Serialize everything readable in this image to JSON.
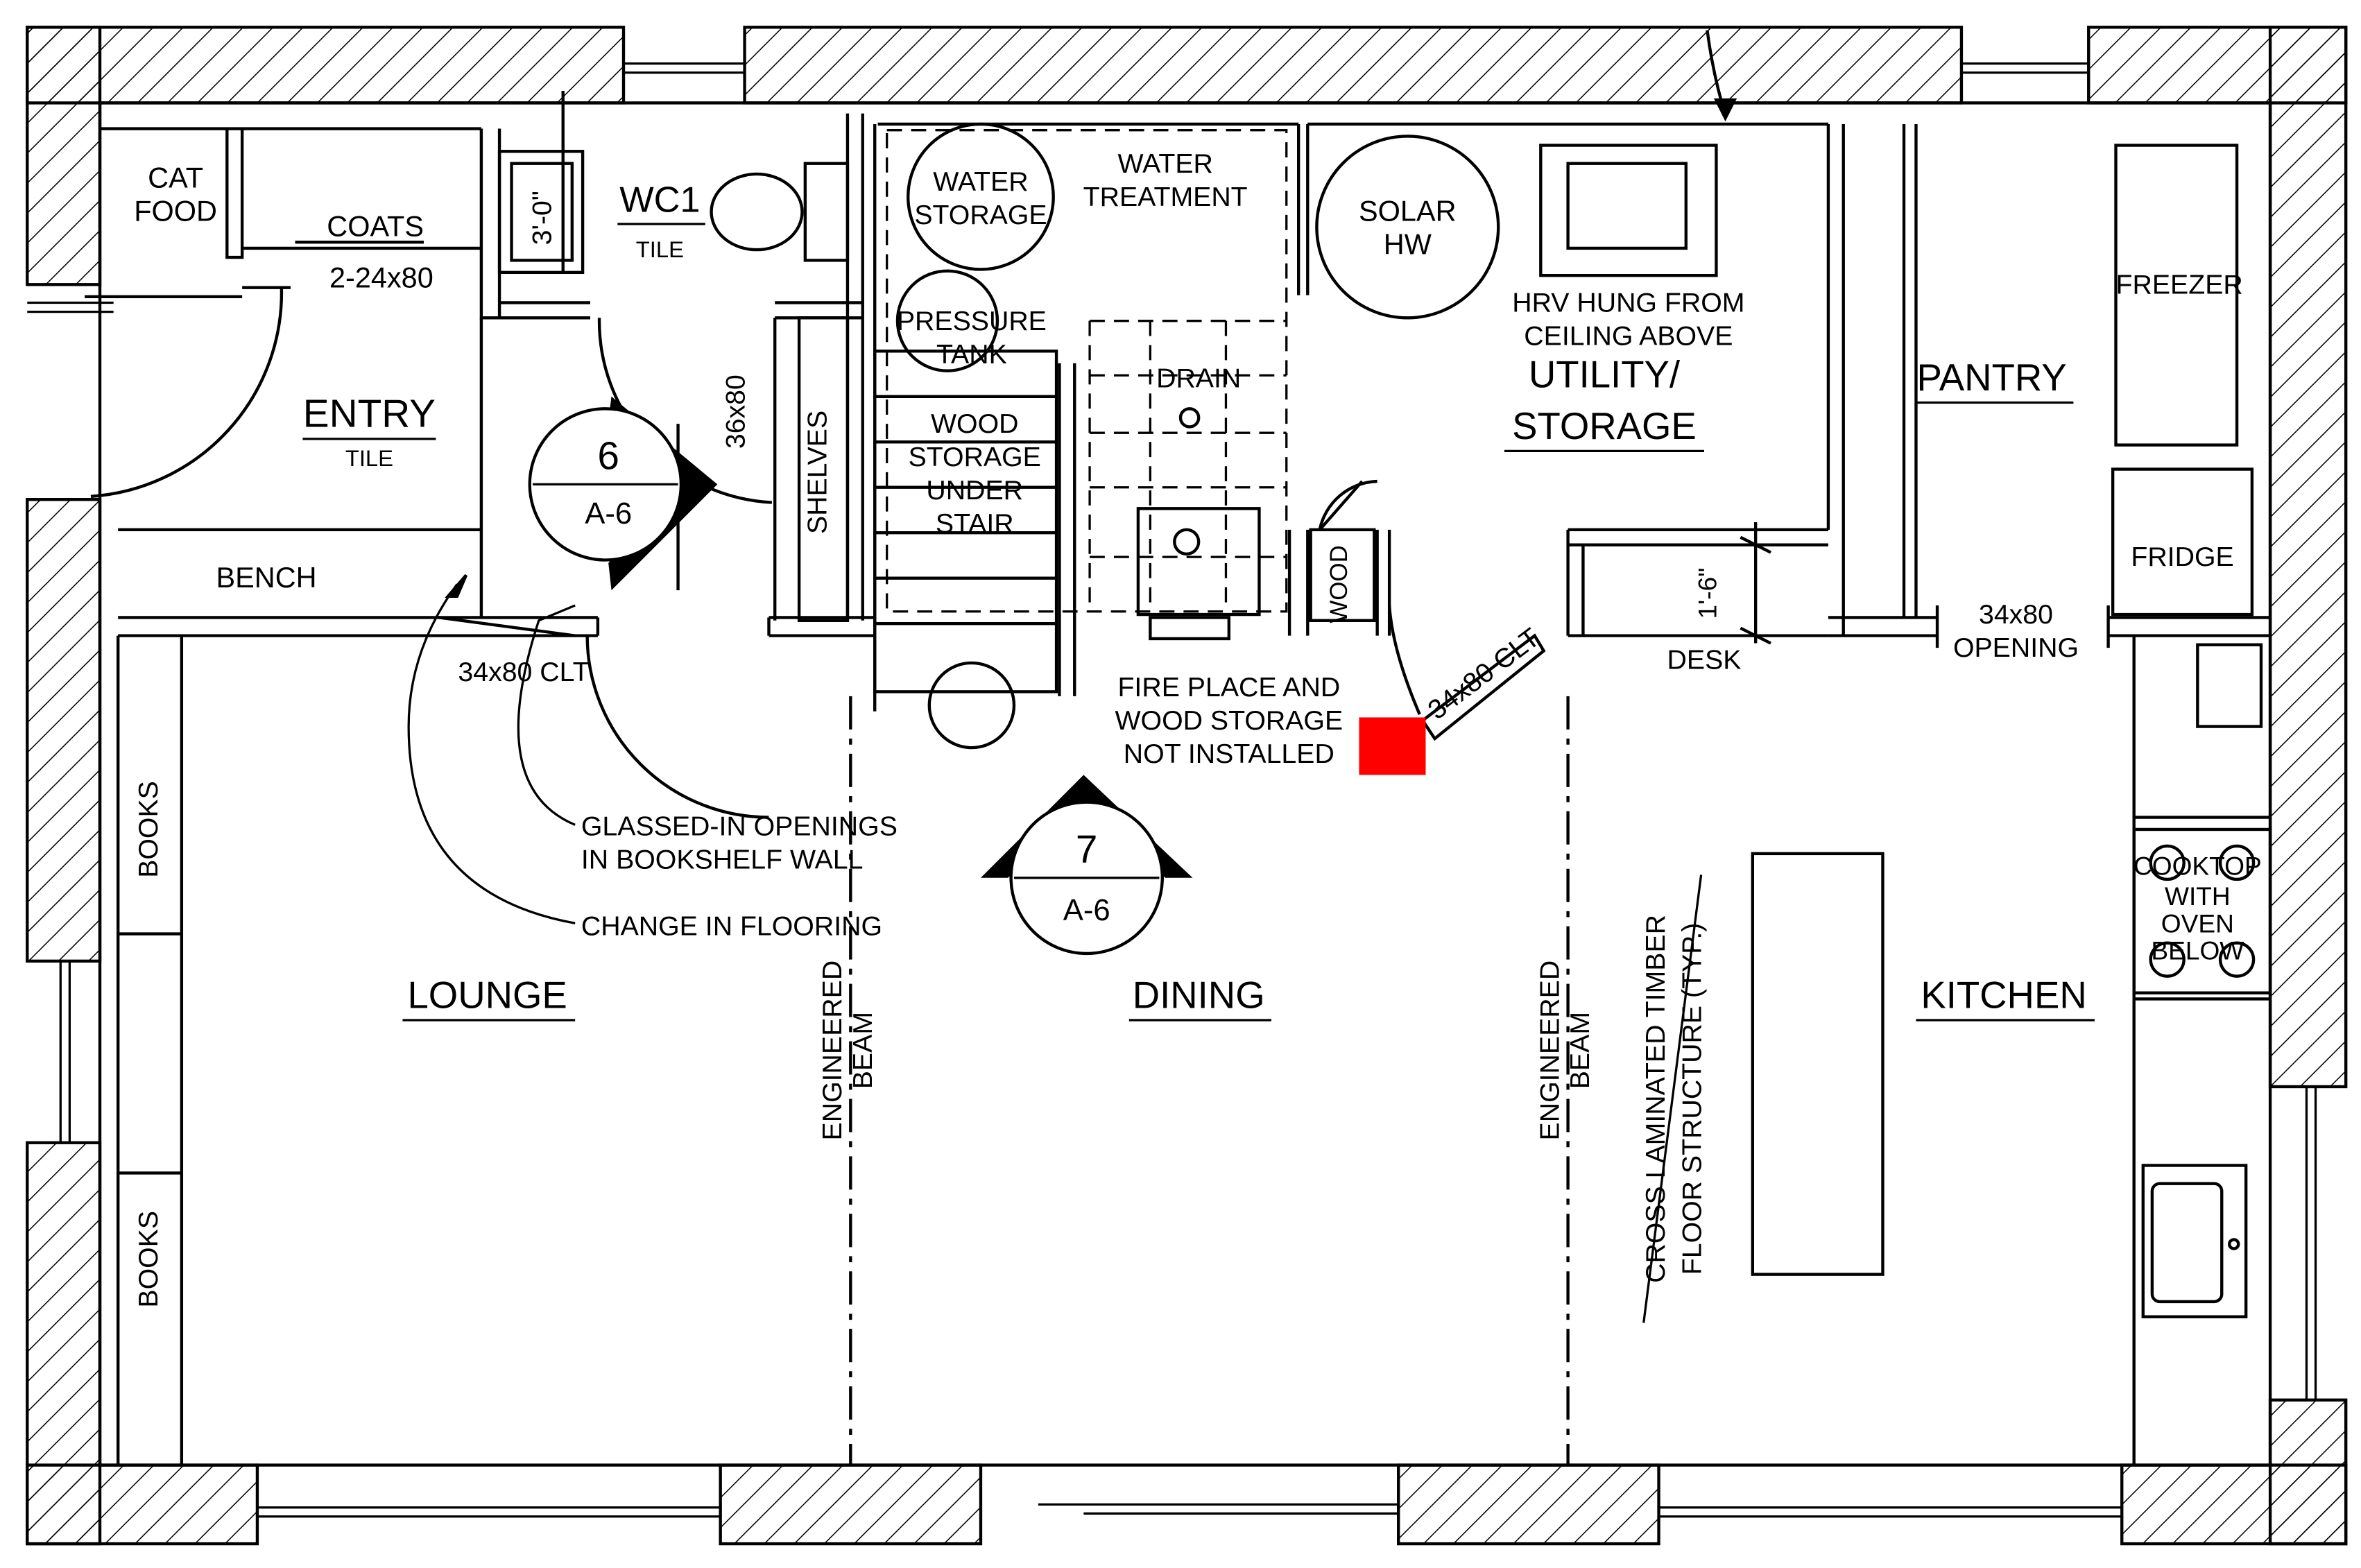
{
  "rooms": {
    "cat_food": [
      "CAT",
      "FOOD"
    ],
    "coats": "COATS",
    "coats_door": "2-24x80",
    "wc": "WC1",
    "wc_floor": "TILE",
    "wc_dim": "3'-0\"",
    "entry": "ENTRY",
    "entry_floor": "TILE",
    "bench": "BENCH",
    "water_storage": [
      "WATER",
      "STORAGE"
    ],
    "water_treatment": [
      "WATER",
      "TREATMENT"
    ],
    "pressure_tank": [
      "PRESSURE",
      "TANK"
    ],
    "drain": "DRAIN",
    "wood_storage": [
      "WOOD",
      "STORAGE",
      "UNDER",
      "STAIR"
    ],
    "solar_hw": [
      "SOLAR",
      "HW"
    ],
    "hrv_note": [
      "HRV HUNG FROM",
      "CEILING ABOVE"
    ],
    "utility": [
      "UTILITY/",
      "STORAGE"
    ],
    "pantry": "PANTRY",
    "freezer": "FREEZER",
    "fridge": "FRIDGE",
    "pantry_opening": [
      "34x80",
      "OPENING"
    ],
    "desk": "DESK",
    "desk_dim": "1'-6\"",
    "shelves": "SHELVES",
    "door_36x80": "36x80",
    "wood": "WOOD",
    "clt_door_1": "34x80 CLT",
    "clt_door_2": "34x80 CLT",
    "fireplace_note": [
      "FIRE PLACE AND",
      "WOOD STORAGE",
      "NOT INSTALLED"
    ],
    "glassed_note": [
      "GLASSED-IN OPENINGS",
      "IN BOOKSHELF WALL"
    ],
    "flooring_note": "CHANGE IN FLOORING",
    "books_1": "BOOKS",
    "books_2": "BOOKS",
    "lounge": "LOUNGE",
    "dining": "DINING",
    "kitchen": "KITCHEN",
    "beam_1": [
      "ENGINEERED",
      "BEAM"
    ],
    "beam_2": [
      "ENGINEERED",
      "BEAM"
    ],
    "clt_note": [
      "CROSS LAMINATED TIMBER",
      "FLOOR STRUCTURE (TYP.)"
    ],
    "cooktop": [
      "COOKTOP",
      "WITH",
      "OVEN",
      "BELOW"
    ]
  },
  "section_markers": [
    {
      "number": "6",
      "sheet": "A-6"
    },
    {
      "number": "7",
      "sheet": "A-6"
    }
  ],
  "colors": {
    "line": "#000000",
    "background": "#ffffff",
    "marker": "#ff0000"
  }
}
